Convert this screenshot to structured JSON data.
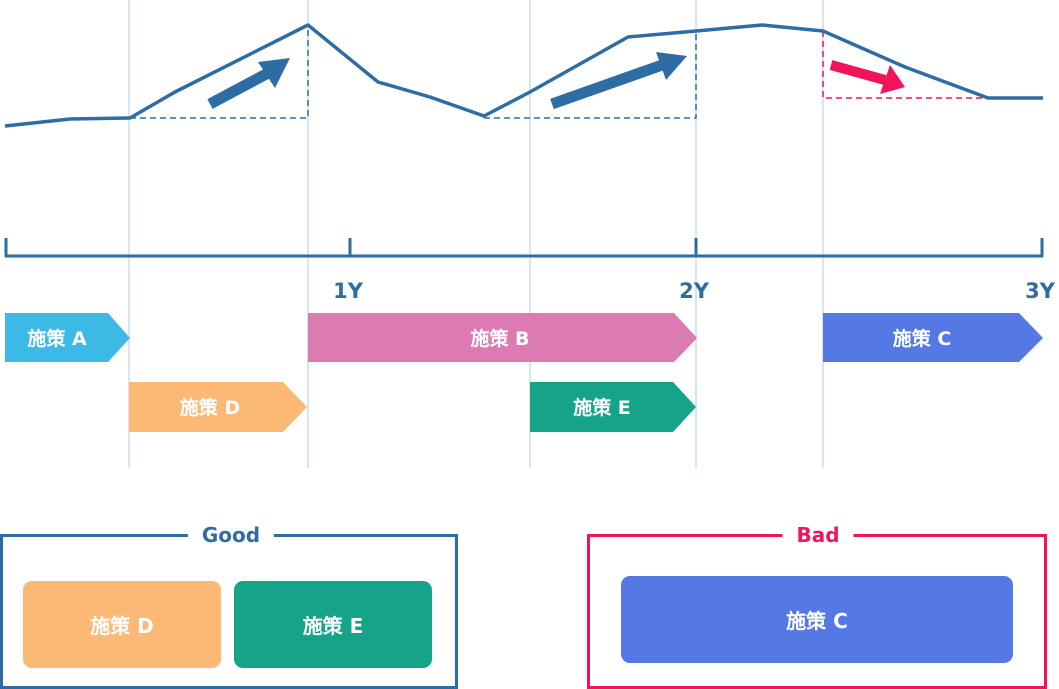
{
  "axis": {
    "ticks": [
      "1Y",
      "2Y",
      "3Y"
    ]
  },
  "measures": {
    "a": "施策 A",
    "b": "施策 B",
    "c": "施策 C",
    "d": "施策 D",
    "e": "施策 E"
  },
  "good": {
    "title": "Good",
    "items": [
      "施策 D",
      "施策 E"
    ]
  },
  "bad": {
    "title": "Bad",
    "items": [
      "施策 C"
    ]
  },
  "colors": {
    "line": "#2e6da4",
    "guide": "#c6def0",
    "a": "#3db9e5",
    "b": "#dc7bb1",
    "c": "#5579e4",
    "d": "#fcb975",
    "e": "#15a389",
    "bad": "#f2145b"
  }
}
